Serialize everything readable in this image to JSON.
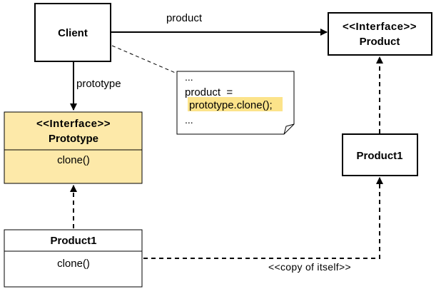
{
  "client": {
    "label": "Client"
  },
  "edges": {
    "product_label": "product",
    "prototype_label": "prototype",
    "copy_label": "<<copy of itself>>"
  },
  "note": {
    "line1": "...",
    "line2": "product  =",
    "line3": "prototype.clone();",
    "line4": "..."
  },
  "interface_product": {
    "stereotype": "<<Interface>>",
    "name": "Product"
  },
  "product1_right": {
    "label": "Product1"
  },
  "prototype_interface": {
    "stereotype": "<<Interface>>",
    "name": "Prototype",
    "method": "clone()"
  },
  "product1_bottom": {
    "name": "Product1",
    "method": "clone()"
  },
  "colors": {
    "highlight": "#fde9a9",
    "note_highlight": "#fce38a",
    "stroke": "#000000"
  }
}
